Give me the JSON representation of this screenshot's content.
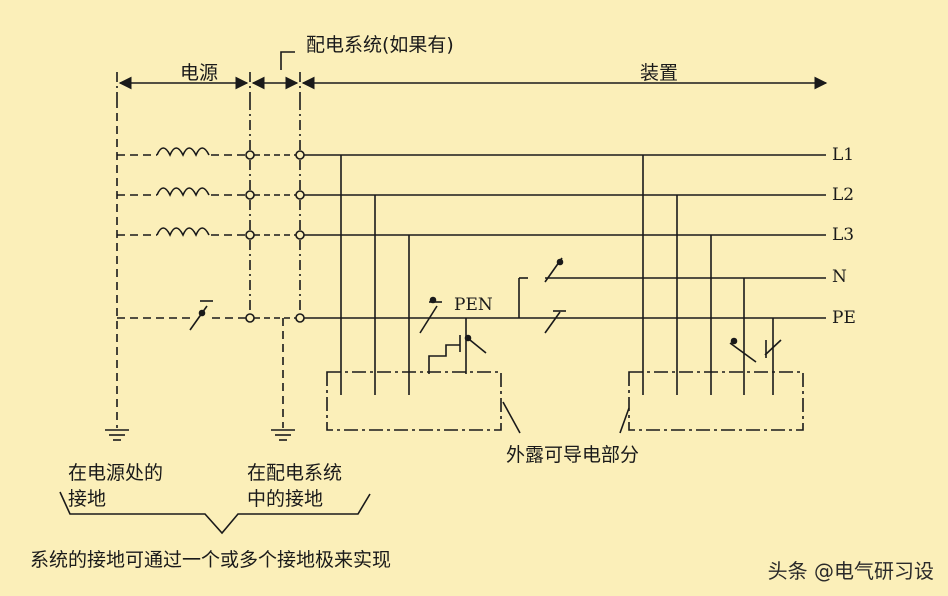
{
  "header": {
    "distribution_system": "配电系统(如果有)",
    "source": "电源",
    "installation": "装置"
  },
  "conductors": [
    "L1",
    "L2",
    "L3",
    "N",
    "PE"
  ],
  "pen_label": "PEN",
  "annotations": {
    "exposed_parts": "外露可导电部分",
    "source_earthing_line1": "在电源处的",
    "source_earthing_line2": "接地",
    "dist_earthing_line1": "在配电系统",
    "dist_earthing_line2": "中的接地",
    "footer": "系统的接地可通过一个或多个接地极来实现"
  },
  "watermark": "头条 @电气研习设"
}
